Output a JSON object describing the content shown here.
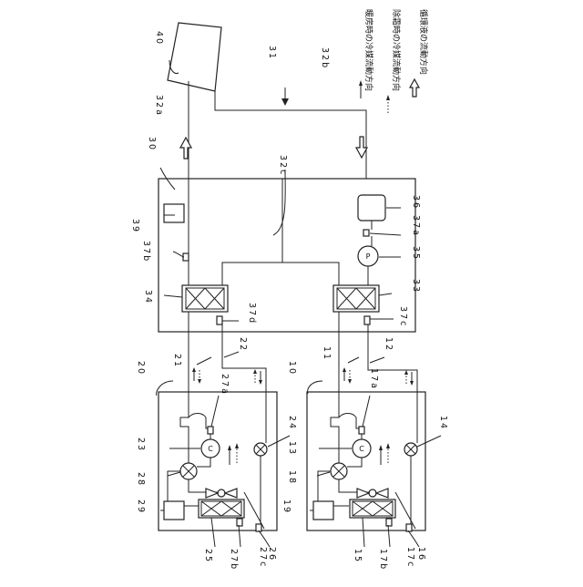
{
  "labels": {
    "n40": "40",
    "n31": "31",
    "n32a": "32a",
    "n32b": "32b",
    "n30": "30",
    "n32c": "32c",
    "n39": "39",
    "n37b": "37b",
    "n36": "36",
    "n37a": "37a",
    "n35": "35",
    "n34": "34",
    "n37d": "37d",
    "n33": "33",
    "n37c": "37c",
    "n20": "20",
    "n21": "21",
    "n22": "22",
    "n10": "10",
    "n11": "11",
    "n12": "12",
    "n27a": "27a",
    "n17a": "17a",
    "n24": "24",
    "n14": "14",
    "n23": "23",
    "n13": "13",
    "n28": "28",
    "n18": "18",
    "n29": "29",
    "n19": "19",
    "n25": "25",
    "n27b": "27b",
    "n26": "26",
    "n27c": "27c",
    "n15": "15",
    "n17b": "17b",
    "n16": "16",
    "n17c": "17c"
  },
  "symbols": {
    "compressor": "C",
    "pump": "P"
  },
  "legend": [
    {
      "text": "暖房時の冷媒流動方向",
      "icon": "solid-arrow-icon"
    },
    {
      "text": "除霜時の冷媒流動方向",
      "icon": "dotted-arrow-icon"
    },
    {
      "text": "循環液の流動方向",
      "icon": "hollow-arrow-icon"
    }
  ]
}
